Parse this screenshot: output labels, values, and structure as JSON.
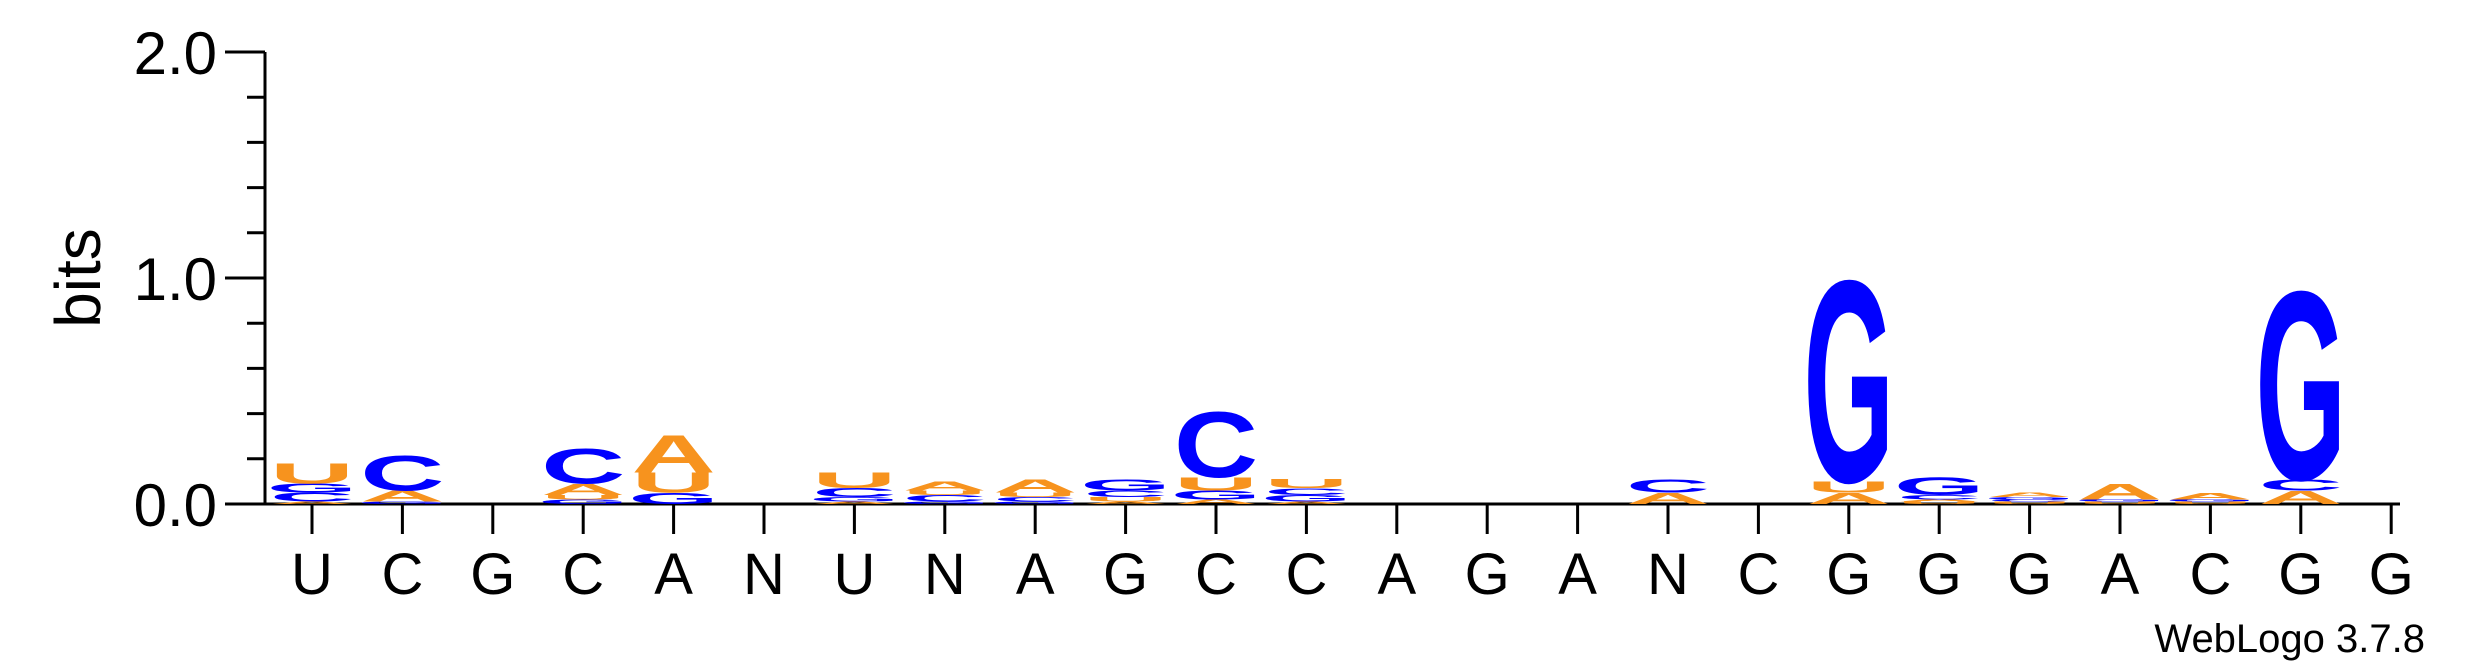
{
  "chart_data": {
    "type": "sequence-logo",
    "ylabel": "bits",
    "ylim": [
      0,
      2.0
    ],
    "yticks": [
      "0.0",
      "1.0",
      "2.0"
    ],
    "positions": [
      "U",
      "C",
      "G",
      "C",
      "A",
      "N",
      "U",
      "N",
      "A",
      "G",
      "C",
      "C",
      "A",
      "G",
      "A",
      "N",
      "C",
      "G",
      "G",
      "G",
      "A",
      "C",
      "G",
      "G"
    ],
    "colors": {
      "A": "#f7931e",
      "U": "#f7931e",
      "C": "#0000ff",
      "G": "#0000ff"
    },
    "stacks": [
      [
        [
          "A",
          0.01
        ],
        [
          "C",
          0.04
        ],
        [
          "G",
          0.04
        ],
        [
          "U",
          0.09
        ]
      ],
      [
        [
          "G",
          0.01
        ],
        [
          "A",
          0.05
        ],
        [
          "C",
          0.16
        ]
      ],
      [],
      [
        [
          "G",
          0.02
        ],
        [
          "U",
          0.02
        ],
        [
          "A",
          0.05
        ],
        [
          "C",
          0.16
        ]
      ],
      [
        [
          "G",
          0.05
        ],
        [
          "U",
          0.09
        ],
        [
          "A",
          0.17
        ]
      ],
      [],
      [
        [
          "A",
          0.01
        ],
        [
          "G",
          0.02
        ],
        [
          "C",
          0.04
        ],
        [
          "U",
          0.07
        ]
      ],
      [
        [
          "G",
          0.01
        ],
        [
          "C",
          0.03
        ],
        [
          "U",
          0.02
        ],
        [
          "A",
          0.04
        ]
      ],
      [
        [
          "G",
          0.01
        ],
        [
          "C",
          0.02
        ],
        [
          "U",
          0.02
        ],
        [
          "A",
          0.06
        ]
      ],
      [
        [
          "A",
          0.01
        ],
        [
          "U",
          0.02
        ],
        [
          "C",
          0.03
        ],
        [
          "G",
          0.05
        ]
      ],
      [
        [
          "A",
          0.02
        ],
        [
          "G",
          0.04
        ],
        [
          "U",
          0.06
        ],
        [
          "C",
          0.3
        ]
      ],
      [
        [
          "A",
          0.01
        ],
        [
          "G",
          0.03
        ],
        [
          "C",
          0.03
        ],
        [
          "U",
          0.04
        ]
      ],
      [],
      [],
      [],
      [
        [
          "A",
          0.05
        ],
        [
          "C",
          0.06
        ]
      ],
      [],
      [
        [
          "A",
          0.05
        ],
        [
          "U",
          0.05
        ],
        [
          "G",
          0.92
        ]
      ],
      [
        [
          "U",
          0.01
        ],
        [
          "A",
          0.01
        ],
        [
          "C",
          0.02
        ],
        [
          "G",
          0.08
        ]
      ],
      [
        [
          "U",
          0.01
        ],
        [
          "C",
          0.01
        ],
        [
          "G",
          0.01
        ],
        [
          "A",
          0.02
        ]
      ],
      [
        [
          "U",
          0.01
        ],
        [
          "G",
          0.01
        ],
        [
          "A",
          0.07
        ]
      ],
      [
        [
          "U",
          0.01
        ],
        [
          "G",
          0.01
        ],
        [
          "A",
          0.03
        ]
      ],
      [
        [
          "A",
          0.06
        ],
        [
          "C",
          0.05
        ],
        [
          "G",
          0.86
        ]
      ],
      []
    ]
  },
  "watermark": "WebLogo 3.7.8"
}
